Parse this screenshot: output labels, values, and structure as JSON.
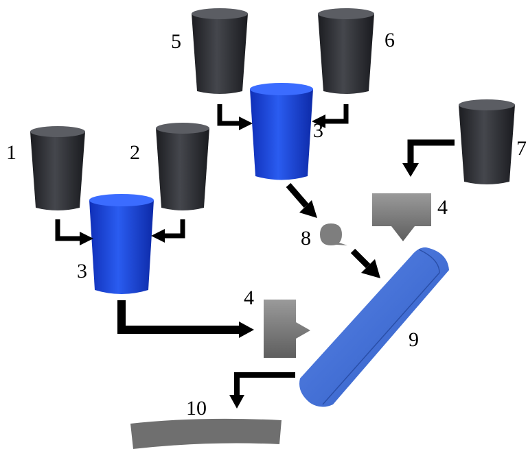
{
  "labels": {
    "l1": "1",
    "l2": "2",
    "l3a": "3",
    "l3b": "3",
    "l4a": "4",
    "l4b": "4",
    "l5": "5",
    "l6": "6",
    "l7": "7",
    "l8": "8",
    "l9": "9",
    "l10": "10"
  },
  "colors": {
    "dark_cylinder": "#2e3035",
    "blue_cylinder": "#1f4fe0",
    "grey_block": "#7a7a7a",
    "disk": "#3f6fd6",
    "arrow": "#000000"
  }
}
